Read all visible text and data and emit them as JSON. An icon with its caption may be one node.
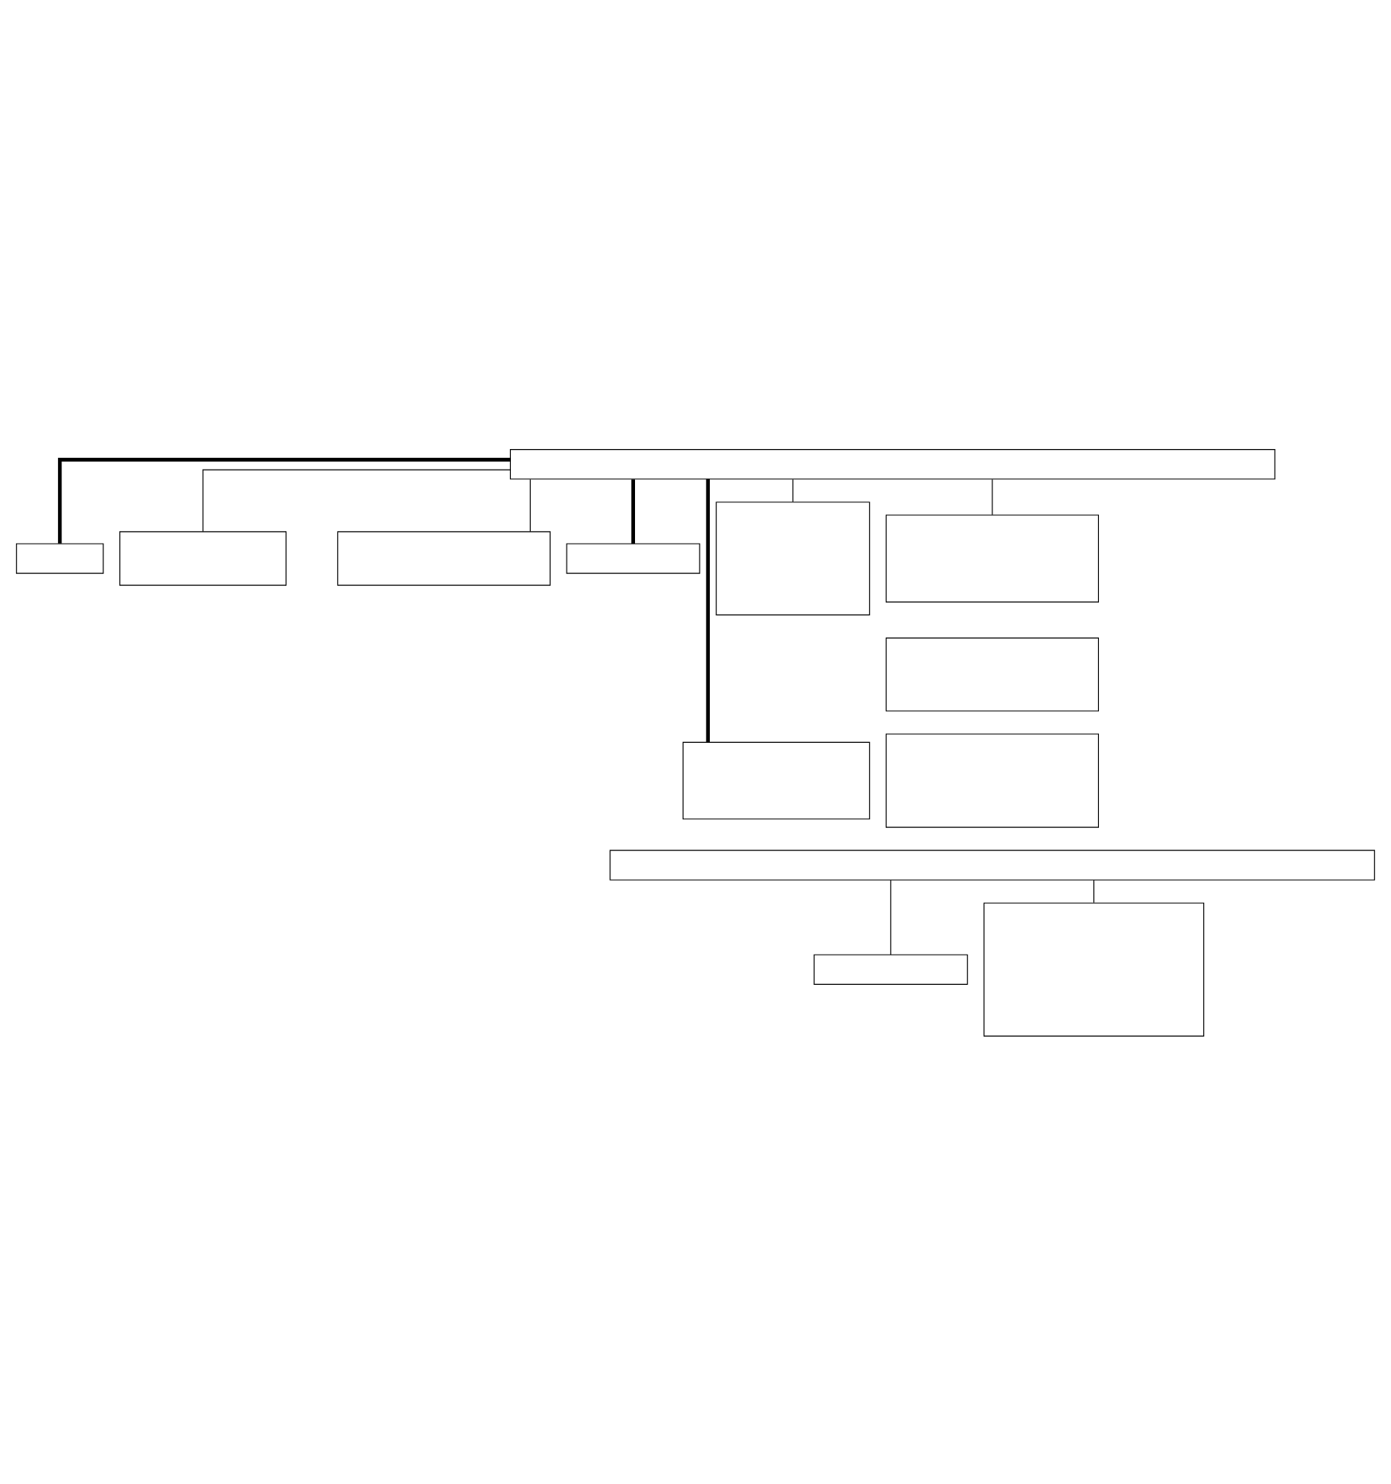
{
  "diagram": {
    "nodes": [
      {
        "text": [],
        "shape": "box"
      },
      {
        "text": [],
        "shape": "box"
      },
      {
        "text": [],
        "shape": "box"
      },
      {
        "text": [],
        "shape": "box"
      },
      {
        "text": [],
        "shape": "box"
      },
      {
        "text": [],
        "shape": "box"
      },
      {
        "text": [],
        "shape": "box"
      },
      {
        "text": [],
        "shape": "box"
      },
      {
        "text": [],
        "shape": "box"
      },
      {
        "text": [],
        "shape": "box"
      },
      {
        "text": [],
        "shape": "box"
      },
      {
        "text": [],
        "shape": "box"
      },
      {
        "text": [],
        "shape": "box"
      }
    ],
    "edges": [
      {
        "from": 0,
        "to": 1,
        "arrow": "none",
        "style": "thick"
      },
      {
        "from": 0,
        "to": 2,
        "arrow": "none"
      },
      {
        "from": 0,
        "to": 3,
        "arrow": "none",
        "style": "thick"
      },
      {
        "from": 0,
        "to": 4,
        "arrow": "none"
      },
      {
        "from": 0,
        "to": 5,
        "arrow": "none",
        "style": "thick"
      },
      {
        "from": 0,
        "to": 6,
        "arrow": "none"
      },
      {
        "from": 0,
        "to": 7,
        "arrow": "none"
      },
      {
        "from": 10,
        "to": 11,
        "arrow": "none"
      },
      {
        "from": 10,
        "to": 12,
        "arrow": "none"
      }
    ]
  }
}
